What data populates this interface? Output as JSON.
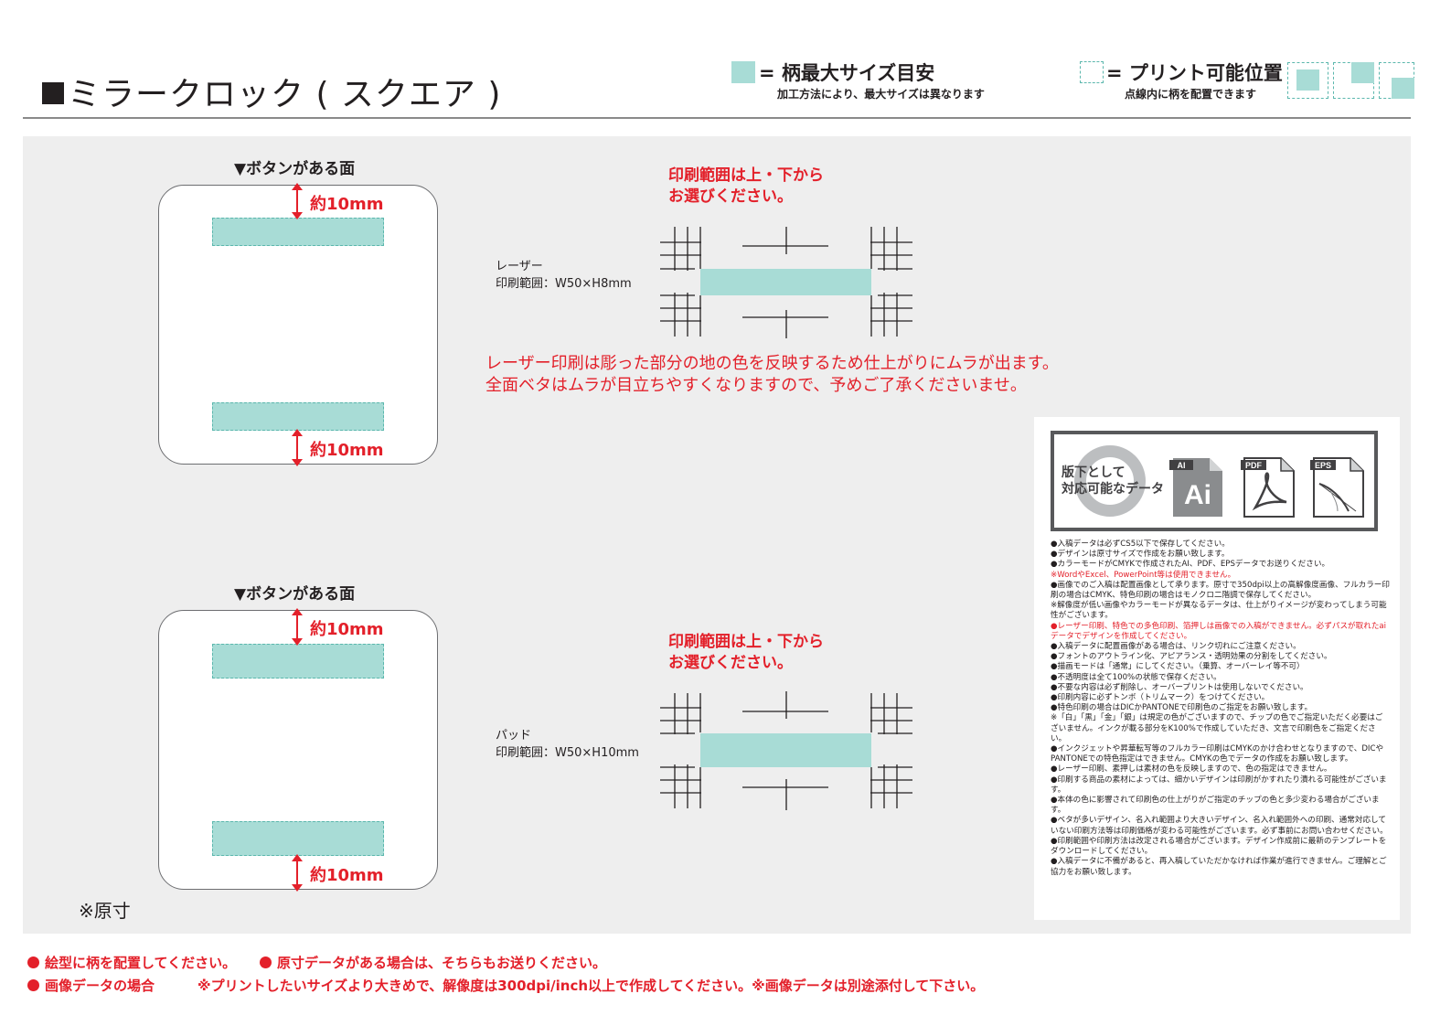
{
  "header": {
    "title": "ミラークロック ( スクエア )",
    "legend_max": "= 柄最大サイズ目安",
    "legend_max_sub": "加工方法により、最大サイズは異なります",
    "legend_print": "= プリント可能位置",
    "legend_print_sub": "点線内に柄を配置できます"
  },
  "faces": [
    {
      "label": "▼ボタンがある面",
      "margin_top": "約10mm",
      "margin_bottom": "約10mm",
      "note_line1": "印刷範囲は上・下から",
      "note_line2": "お選びください。",
      "method": "レーザー",
      "range": "印刷範囲：W50×H8mm"
    },
    {
      "label": "▼ボタンがある面",
      "margin_top": "約10mm",
      "margin_bottom": "約10mm",
      "note_line1": "印刷範囲は上・下から",
      "note_line2": "お選びください。",
      "method": "パッド",
      "range": "印刷範囲：W50×H10mm"
    }
  ],
  "laser_note": {
    "line1": "レーザー印刷は彫った部分の地の色を反映するため仕上がりにムラが出ます。",
    "line2": "全面ベタはムラが目立ちやすくなりますので、予めご了承くださいませ。"
  },
  "scale_note": "※原寸",
  "data_card": {
    "head_line1": "版下として",
    "head_line2": "対応可能なデータ",
    "formats": [
      "AI",
      "PDF",
      "EPS"
    ],
    "notes": [
      "●入稿データは必ずCS5以下で保存してください。",
      "●デザインは原寸サイズで作成をお願い致します。",
      "●カラーモードがCMYKで作成されたAI、PDF、EPSデータでお送りください。",
      "※WordやExcel、PowerPoint等は使用できません。",
      "●画像でのご入稿は配置画像として承ります。原寸で350dpi以上の高解像度画像、フルカラー印刷の場合はCMYK、特色印刷の場合はモノクロ二階調で保存してください。",
      "※解像度が低い画像やカラーモードが異なるデータは、仕上がりイメージが変わってしまう可能性がございます。",
      "●レーザー印刷、特色での多色印刷、箔押しは画像での入稿ができません。必ずパスが取れたaiデータでデザインを作成してください。",
      "●入稿データに配置画像がある場合は、リンク切れにご注意ください。",
      "●フォントのアウトライン化、アピアランス・透明効果の分割をしてください。",
      "●描画モードは「通常」にしてください。（乗算、オーバーレイ等不可）",
      "●不透明度は全て100%の状態で保存ください。",
      "●不要な内容は必ず削除し、オーバープリントは使用しないでください。",
      "●印刷内容に必ずトンボ（トリムマーク）をつけてください。",
      "●特色印刷の場合はDICかPANTONEで印刷色のご指定をお願い致します。",
      "※「白」「黒」「金」「銀」は規定の色がございますので、チップの色でご指定いただく必要はございません。インクが載る部分をK100%で作成していただき、文言で印刷色をご指定ください。",
      "●インクジェットや昇華転写等のフルカラー印刷はCMYKのかけ合わせとなりますので、DICやPANTONEでの特色指定はできません。CMYKの色でデータの作成をお願い致します。",
      "●レーザー印刷、素押しは素材の色を反映しますので、色の指定はできません。",
      "●印刷する商品の素材によっては、細かいデザインは印刷がかすれたり潰れる可能性がございます。",
      "●本体の色に影響されて印刷色の仕上がりがご指定のチップの色と多少変わる場合がございます。",
      "●ベタが多いデザイン、名入れ範囲より大きいデザイン、名入れ範囲外への印刷、通常対応していない印刷方法等は印刷価格が変わる可能性がございます。必ず事前にお問い合わせください。",
      "●印刷範囲や印刷方法は改定される場合がございます。デザイン作成前に最新のテンプレートをダウンロードしてください。",
      "●入稿データに不備があると、再入稿していただかなければ作業が進行できません。ご理解とご協力をお願い致します。"
    ]
  },
  "footer": {
    "item1": "絵型に柄を配置してください。",
    "item2": "原寸データがある場合は、そちらもお送りください。",
    "item3": "画像データの場合",
    "item3_note": "※プリントしたいサイズより大きめで、解像度は300dpi/inch以上で作成してください。※画像データは別途添付して下さい。"
  },
  "colors": {
    "accent_red": "#e3202a",
    "print_area": "#a8dcd6",
    "print_border": "#5bb7ad",
    "panel_bg": "#eeeeee"
  }
}
